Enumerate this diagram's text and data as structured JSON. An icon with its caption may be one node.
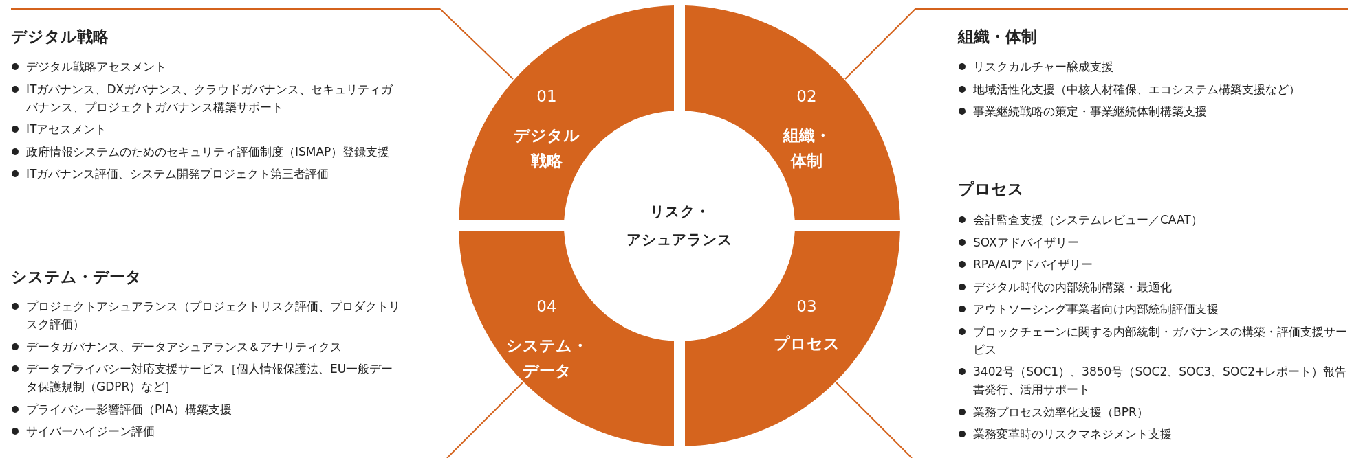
{
  "diagram": {
    "nodes": [
      {
        "text": [
          "リスク・アシュアランス"
        ]
      },
      {
        "text": [
          "01",
          "デジタル戦略"
        ]
      },
      {
        "text": [
          "02",
          "組織・体制"
        ]
      },
      {
        "text": [
          "03",
          "プロセス"
        ]
      },
      {
        "text": [
          "04",
          "システム・データ"
        ]
      },
      {
        "text": [
          "デジタル戦略",
          "デジタル戦略アセスメント",
          "ITガバナンス、DXガバナンス、クラウドガバナンス、セキュリティガバナンス、プロジェクトガバナンス構築サポート",
          "ITアセスメント",
          "政府情報システムのためのセキュリティ評価制度（ISMAP）登録支援",
          "ITガバナンス評価、システム開発プロジェクト第三者評価"
        ]
      },
      {
        "text": [
          "組織・体制",
          "リスクカルチャー醸成支援",
          "地域活性化支援（中核人材確保、エコシステム構築支援など）",
          "事業継続戦略の策定・事業継続体制構築支援"
        ]
      },
      {
        "text": [
          "プロセス",
          "会計監査支援（システムレビュー／CAAT）",
          "SOXアドバイザリー",
          "RPA/AIアドバイザリー",
          "デジタル時代の内部統制構築・最適化",
          "アウトソーシング事業者向け内部統制評価支援",
          "ブロックチェーンに関する内部統制・ガバナンスの構築・評価支援サービス",
          "3402号（SOC1）、3850号（SOC2、SOC3、SOC2+レポート）報告書発行、活用サポート",
          "業務プロセス効率化支援（BPR）",
          "業務変革時のリスクマネジメント支援"
        ]
      },
      {
        "text": [
          "システム・データ",
          "プロジェクトアシュアランス（プロジェクトリスク評価、プロダクトリスク評価）",
          "データガバナンス、データアシュアランス＆アナリティクス",
          "データプライバシー対応支援サービス［個人情報保護法、EU一般データ保護規制（GDPR）など］",
          "プライバシー影響評価（PIA）構築支援",
          "サイバーハイジーン評価"
        ]
      }
    ],
    "edges": [
      {
        "from": 1,
        "to": 5,
        "arrow": "none"
      },
      {
        "from": 2,
        "to": 6,
        "arrow": "none"
      },
      {
        "from": 3,
        "to": null,
        "arrow": "none"
      },
      {
        "from": 4,
        "to": null,
        "arrow": "none"
      }
    ]
  }
}
